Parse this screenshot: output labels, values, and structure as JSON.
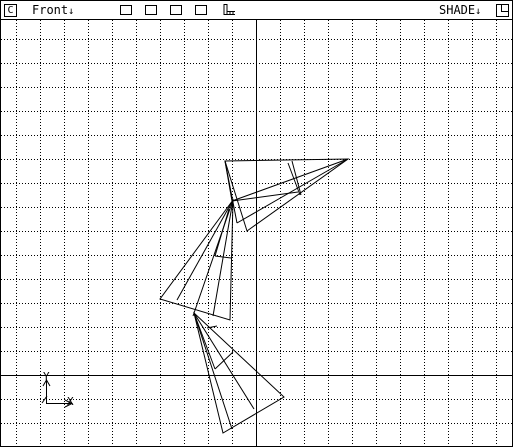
{
  "window": {
    "close_glyph": "C",
    "view_menu": "Front",
    "view_menu_arrow": "↓",
    "shade_menu": "SHADE",
    "shade_menu_arrow": "↓"
  },
  "toolbar": {
    "buttons": [
      "layout-1",
      "layout-2",
      "layout-3",
      "layout-4"
    ],
    "extra_icon": "grid-snap-icon"
  },
  "axis_indicator": {
    "y_label": "Y",
    "x_label": "X"
  },
  "colors": {
    "line": "#000000",
    "grid": "#000000",
    "background": "#ffffff"
  }
}
